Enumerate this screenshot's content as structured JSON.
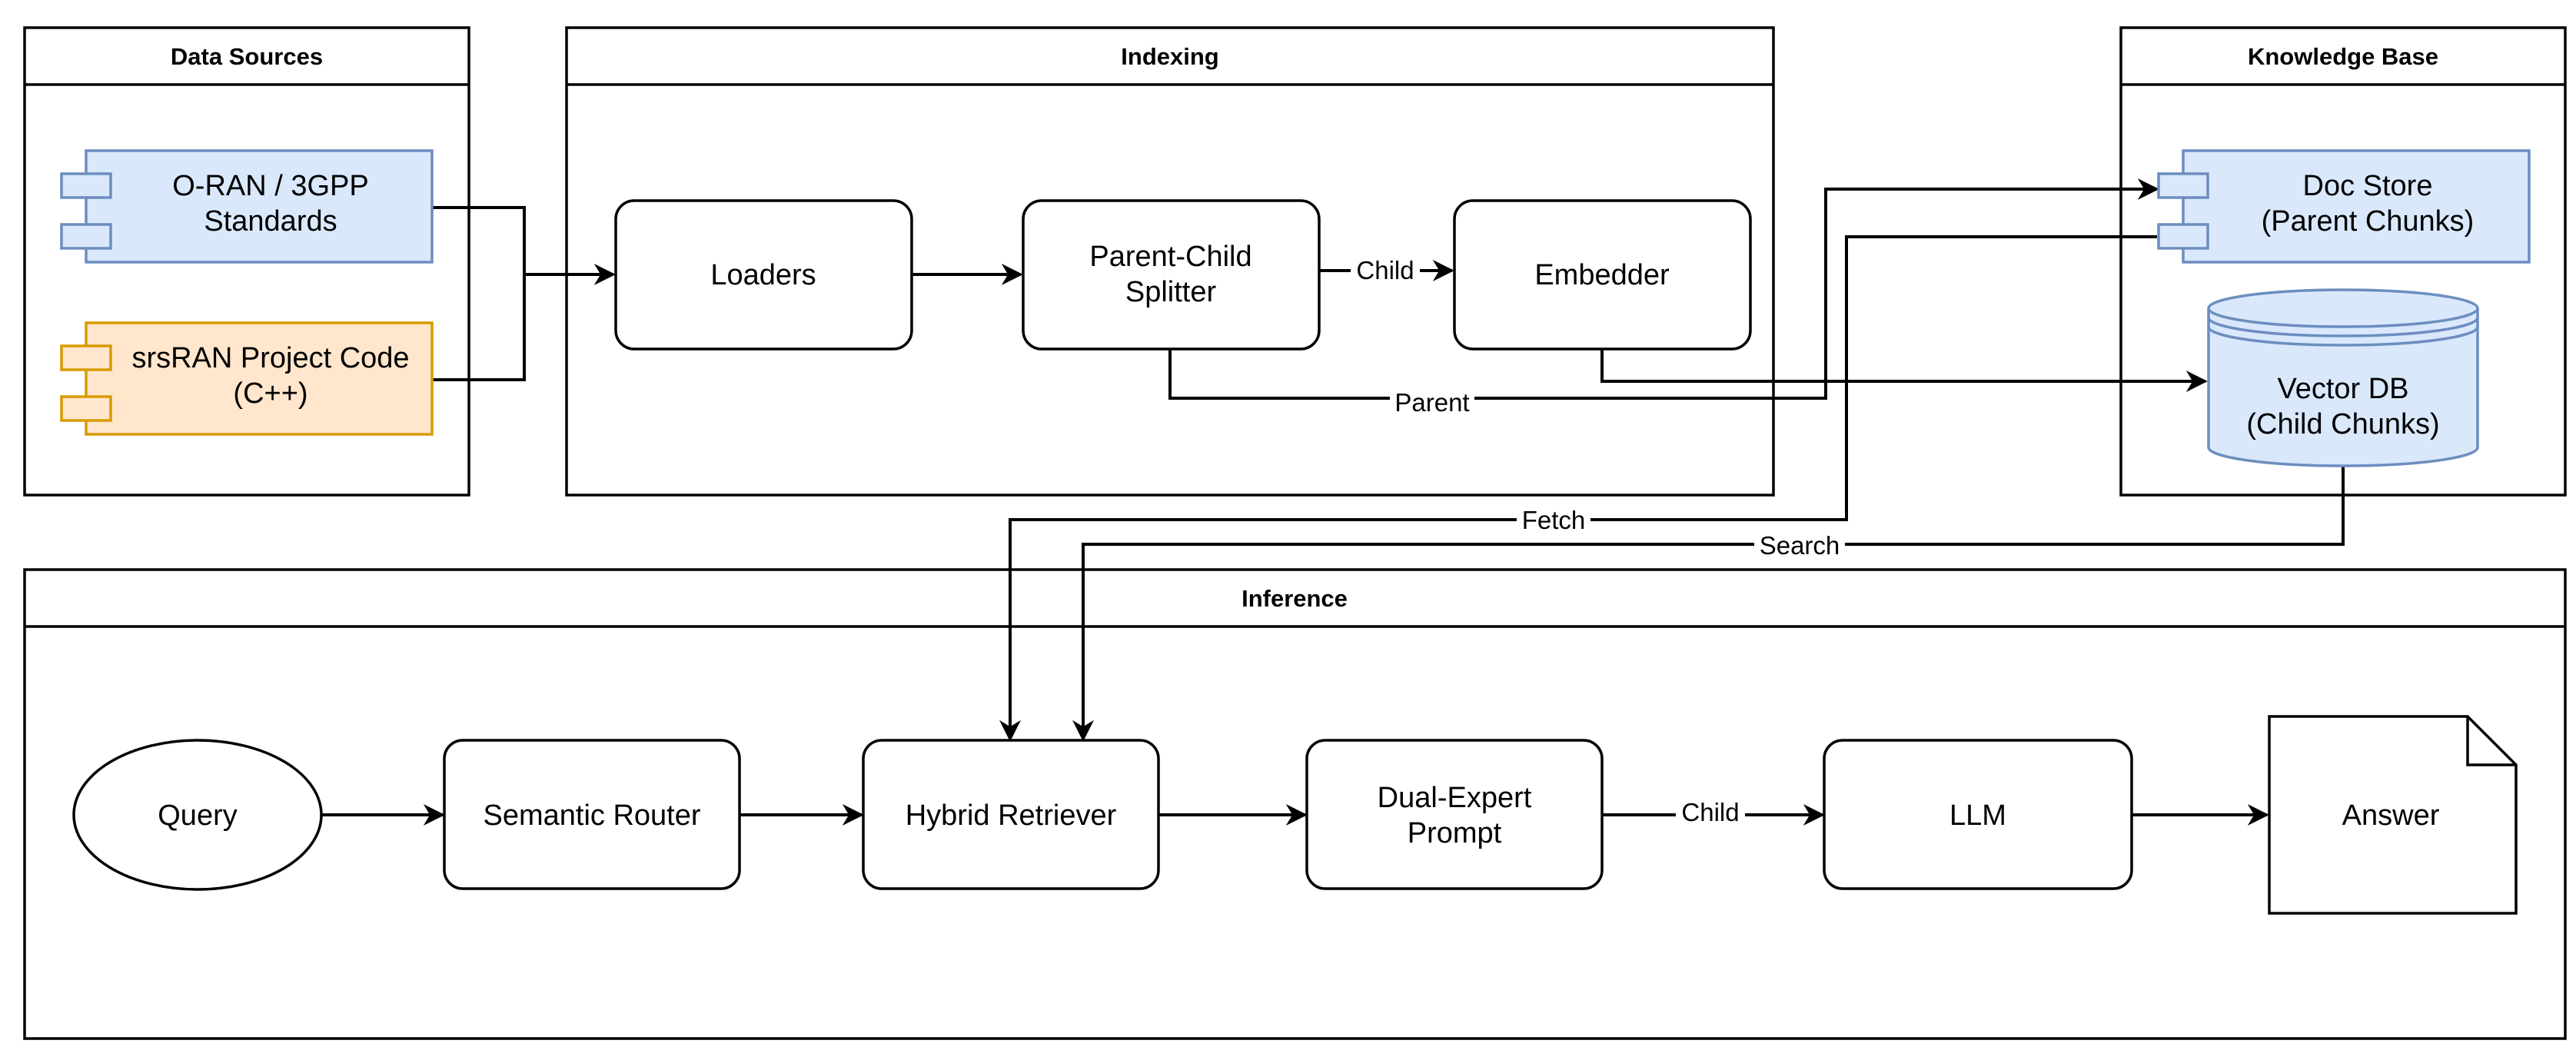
{
  "groups": {
    "data_sources": "Data Sources",
    "indexing": "Indexing",
    "knowledge_base": "Knowledge Base",
    "inference": "Inference"
  },
  "nodes": {
    "oran": [
      "O-RAN / 3GPP",
      "Standards"
    ],
    "srsran": [
      "srsRAN Project Code",
      "(C++)"
    ],
    "loaders": [
      "Loaders"
    ],
    "splitter": [
      "Parent-Child",
      "Splitter"
    ],
    "embedder": [
      "Embedder"
    ],
    "docstore": [
      "Doc Store",
      "(Parent Chunks)"
    ],
    "vectordb": [
      "Vector DB",
      "(Child Chunks)"
    ],
    "query": [
      "Query"
    ],
    "router": [
      "Semantic Router"
    ],
    "retriever": [
      "Hybrid Retriever"
    ],
    "prompt": [
      "Dual-Expert",
      "Prompt"
    ],
    "llm": [
      "LLM"
    ],
    "answer": [
      "Answer"
    ]
  },
  "edges": {
    "child_label": "Child",
    "parent_label": "Parent",
    "fetch_label": "Fetch",
    "search_label": "Search",
    "prompt_llm_label": "Child"
  },
  "colors": {
    "blue_fill": "#dae8fc",
    "blue_stroke": "#6c8ebf",
    "orange_fill": "#ffe6cc",
    "orange_stroke": "#d79b00"
  }
}
